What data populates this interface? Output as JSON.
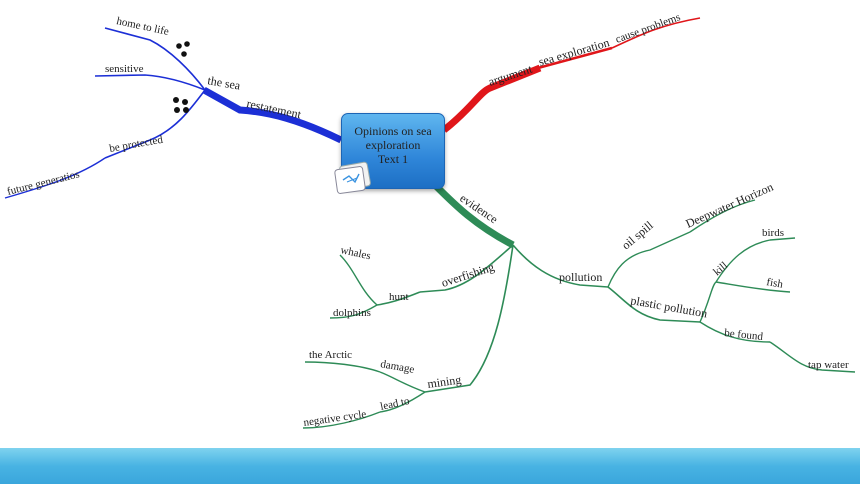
{
  "central_topic": {
    "line1": "Opinions on sea",
    "line2": "exploration",
    "line3": "Text 1"
  },
  "branches": {
    "restatement": "restatement",
    "the_sea": "the sea",
    "home_to_life": "home to life",
    "sensitive": "sensitive",
    "be_protected": "be protected",
    "future_generations": "future generatios",
    "argument": "argument",
    "sea_exploration": "sea exploration",
    "cause_problems": "cause problems",
    "evidence": "evidence",
    "overfishing": "overfishing",
    "hunt": "hunt",
    "whales": "whales",
    "dolphins": "dolphins",
    "mining": "mining",
    "damage": "damage",
    "the_arctic": "the Arctic",
    "lead_to": "lead to",
    "negative_cycle": "negative cycle",
    "pollution": "pollution",
    "oil_spill": "oil spill",
    "deepwater_horizon": "Deepwater Horizon",
    "plastic_pollution": "plastic pollution",
    "kill": "kill",
    "birds": "birds",
    "fish": "fish",
    "be_found": "be found",
    "tap_water": "tap water"
  },
  "colors": {
    "restatement_branch": "#1c2fd6",
    "argument_branch": "#e0161a",
    "evidence_branch": "#2e8b57",
    "central_topic": "#3a93e0",
    "footer_band": "#48b3e3"
  },
  "icons": {
    "topic_icon": "document-icon"
  }
}
